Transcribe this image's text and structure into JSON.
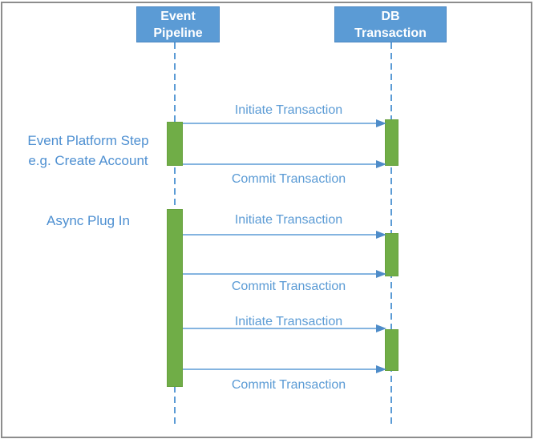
{
  "diagram": {
    "type": "sequence-diagram",
    "participants": [
      {
        "id": "event-pipeline",
        "line1": "Event",
        "line2": "Pipeline"
      },
      {
        "id": "db-transaction",
        "line1": "DB",
        "line2": "Transaction"
      }
    ],
    "annotations": [
      {
        "line1": "Event Platform Step",
        "line2": "e.g. Create Account"
      },
      {
        "line1": "Async Plug In",
        "line2": ""
      }
    ],
    "messages": [
      {
        "label": "Initiate Transaction",
        "from": "event-pipeline",
        "to": "db-transaction"
      },
      {
        "label": "Commit Transaction",
        "from": "event-pipeline",
        "to": "db-transaction"
      },
      {
        "label": "Initiate Transaction",
        "from": "event-pipeline",
        "to": "db-transaction"
      },
      {
        "label": "Commit Transaction",
        "from": "event-pipeline",
        "to": "db-transaction"
      },
      {
        "label": "Initiate Transaction",
        "from": "event-pipeline",
        "to": "db-transaction"
      },
      {
        "label": "Commit Transaction",
        "from": "event-pipeline",
        "to": "db-transaction"
      }
    ],
    "colors": {
      "participant_fill": "#5B9BD5",
      "activation_fill": "#70AD47",
      "line_blue": "#5B9BD5",
      "text_blue": "#4D8FD1",
      "canvas_border": "#8D8D8D"
    }
  }
}
